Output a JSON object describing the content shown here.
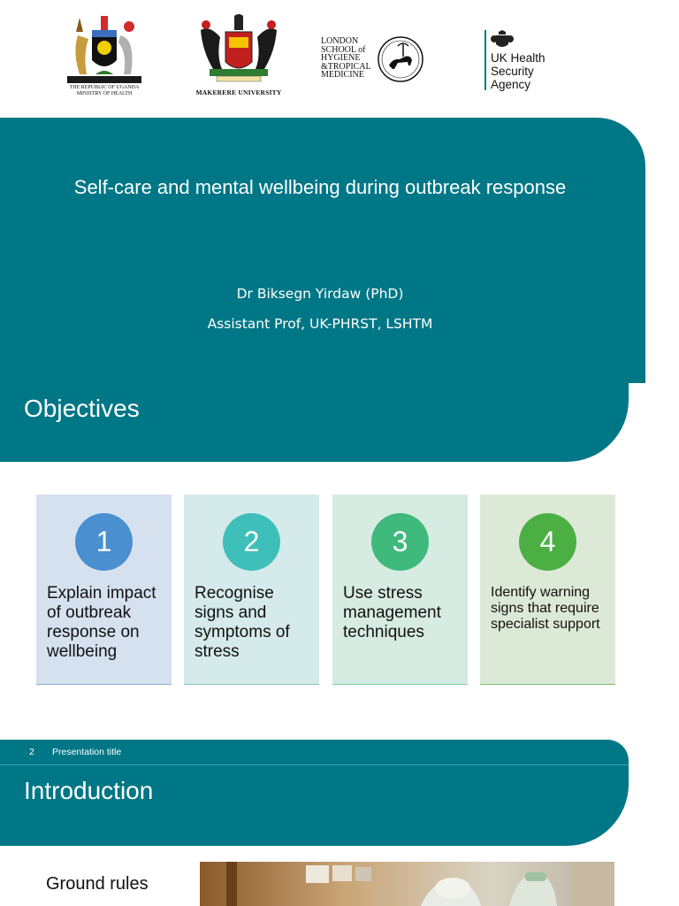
{
  "logos": {
    "moh": {
      "caption_line1": "THE REPUBLIC OF UGANDA",
      "caption_line2": "MINISTRY OF HEALTH"
    },
    "makerere": {
      "caption": "MAKERERE UNIVERSITY"
    },
    "lshtm": {
      "line1": "LONDON",
      "line2": "SCHOOL of",
      "line3": "HYGIENE",
      "line4": "&TROPICAL",
      "line5": "MEDICINE"
    },
    "ukhsa": {
      "line1": "UK Health",
      "line2": "Security",
      "line3": "Agency"
    }
  },
  "title_slide": {
    "title": "Self-care and mental wellbeing during outbreak response",
    "presenter": "Dr Biksegn Yirdaw (PhD)",
    "affiliation": "Assistant Prof, UK-PHRST, LSHTM"
  },
  "objectives": {
    "heading": "Objectives",
    "items": [
      {
        "number": "1",
        "text": "Explain impact of outbreak response on wellbeing",
        "color": "#4a8fd0"
      },
      {
        "number": "2",
        "text": "Recognise signs and symptoms of stress",
        "color": "#3fbfba"
      },
      {
        "number": "3",
        "text": "Use stress management techniques",
        "color": "#3fb97c"
      },
      {
        "number": "4",
        "text": "Identify warning signs that require specialist support",
        "color": "#4caf44"
      }
    ]
  },
  "slide2": {
    "slide_number": "2",
    "footer_title": "Presentation title",
    "heading": "Introduction",
    "bullet": "Ground rules"
  },
  "colors": {
    "teal": "#007786"
  }
}
